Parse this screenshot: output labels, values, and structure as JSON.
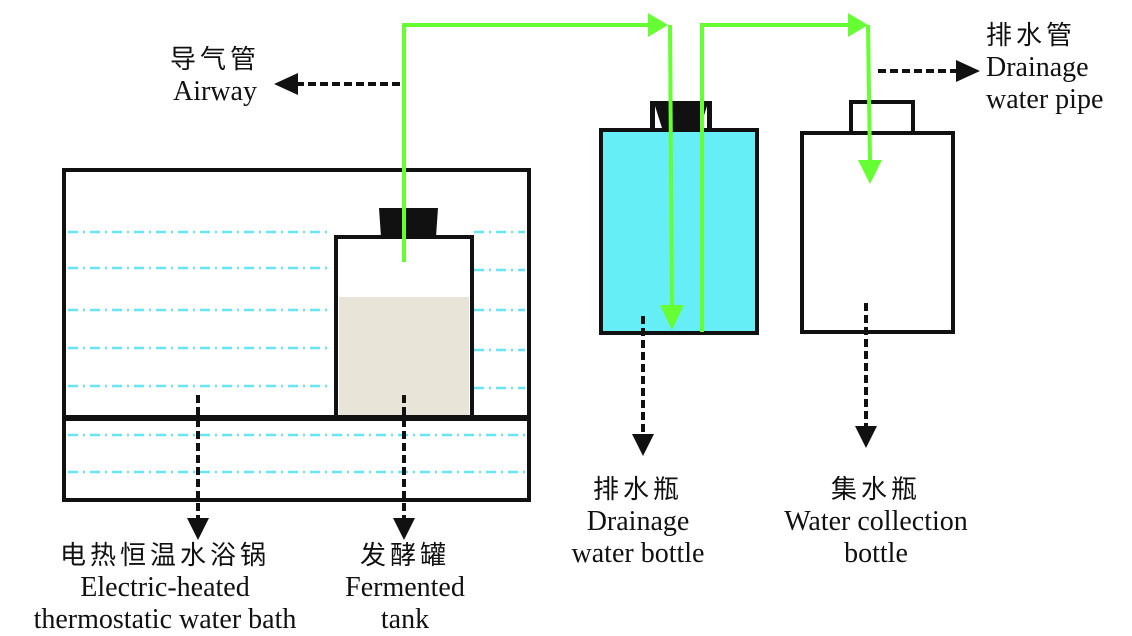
{
  "diagram": {
    "title": "Fermentation gas collection apparatus",
    "colors": {
      "pipe": "#66ff33",
      "water_line": "#66e6f5",
      "drainage_bottle_fill": "#66eef6",
      "ferment_fill": "#e8e4d8",
      "outline": "#111111"
    },
    "labels": {
      "airway": {
        "zh": "导气管",
        "en": [
          "Airway"
        ]
      },
      "drainage_pipe": {
        "zh": "排水管",
        "en": [
          "Drainage",
          "water pipe"
        ]
      },
      "water_bath": {
        "zh": "电热恒温水浴锅",
        "en": [
          "Electric-heated",
          "thermostatic water bath"
        ]
      },
      "fermented_tank": {
        "zh": "发酵罐",
        "en": [
          "Fermented",
          "tank"
        ]
      },
      "drainage_bottle": {
        "zh": "排水瓶",
        "en": [
          "Drainage",
          "water bottle"
        ]
      },
      "collection_bottle": {
        "zh": "集水瓶",
        "en": [
          "Water collection",
          "bottle"
        ]
      }
    }
  }
}
